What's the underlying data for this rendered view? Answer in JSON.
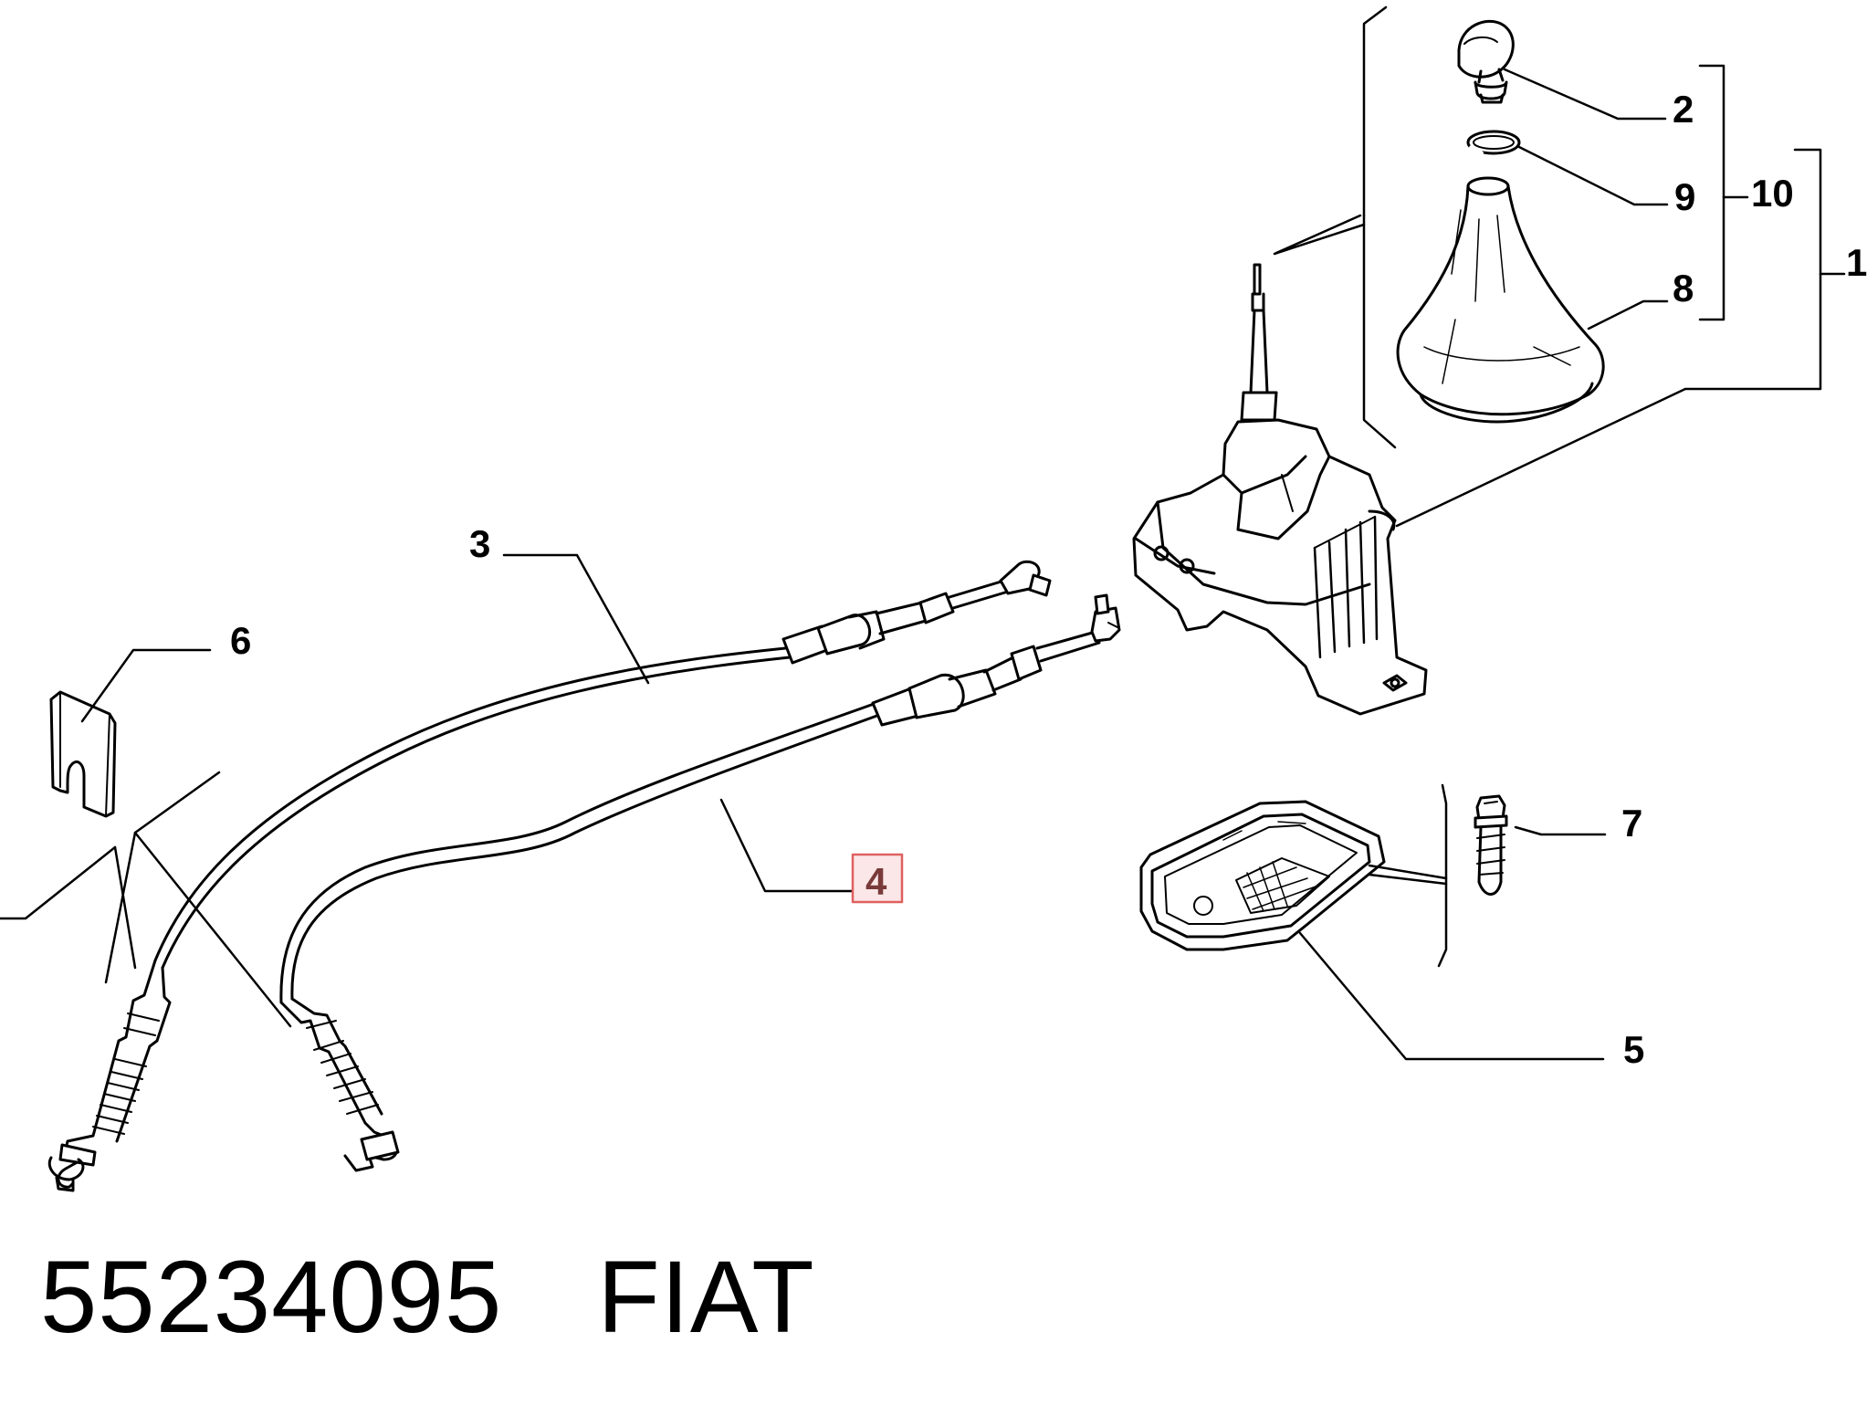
{
  "diagram": {
    "callouts": {
      "c1": "1",
      "c2": "2",
      "c3": "3",
      "c4": "4",
      "c5": "5",
      "c6": "6",
      "c7": "7",
      "c8": "8",
      "c9": "9",
      "c10": "10"
    },
    "highlighted_callout": "4",
    "highlight_color": "#e06060"
  },
  "footer": {
    "part_number": "55234095",
    "brand": "FIAT"
  }
}
